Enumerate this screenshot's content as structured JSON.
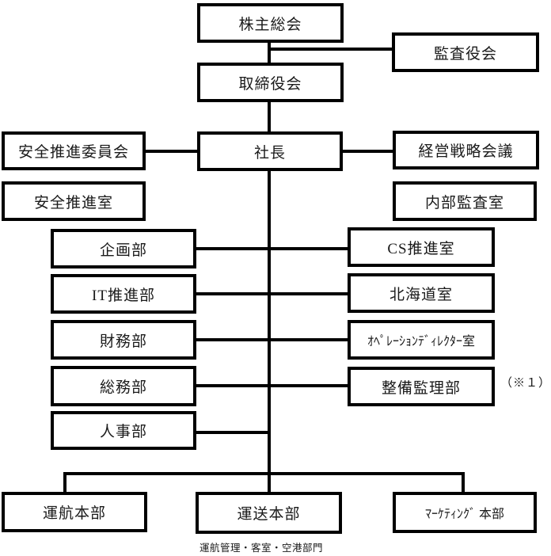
{
  "org_chart": {
    "colors": {
      "line": "#000000",
      "background": "#ffffff",
      "text": "#1a1a1a"
    },
    "nodes": {
      "shareholders_meeting": "株主総会",
      "audit_board": "監査役会",
      "board_of_directors": "取締役会",
      "safety_promotion_committee": "安全推進委員会",
      "president": "社長",
      "management_strategy_meeting": "経営戦略会議",
      "safety_promotion_office": "安全推進室",
      "internal_audit_office": "内部監査室",
      "planning_dept": "企画部",
      "cs_promotion_office": "CS推進室",
      "it_promotion_dept": "IT推進部",
      "hokkaido_office": "北海道室",
      "finance_dept": "財務部",
      "operation_director_office": "ｵﾍﾟﾚｰｼｮﾝﾃﾞｨﾚｸﾀｰ室",
      "general_affairs_dept": "総務部",
      "maintenance_supervision_dept": "整備監理部",
      "hr_dept": "人事部",
      "flight_operations_division": "運航本部",
      "transport_division": "運送本部",
      "marketing_division": "ﾏｰｹﾃｨﾝｸﾞ 本部"
    },
    "annotations": {
      "note1": "（※１）",
      "bottom_caption": "運航管理・客室・空港部門"
    }
  }
}
